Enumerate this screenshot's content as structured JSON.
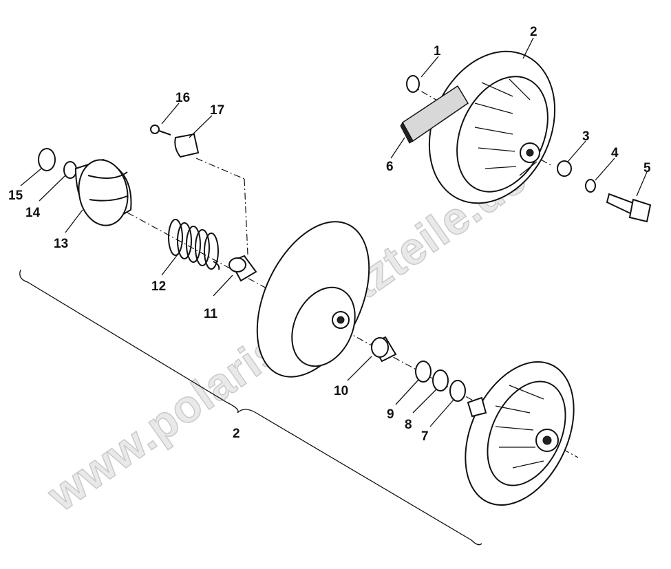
{
  "diagram": {
    "watermark": "www.polarisersatzteile.de",
    "callouts": [
      "1",
      "2",
      "3",
      "4",
      "5",
      "6",
      "7",
      "8",
      "9",
      "10",
      "11",
      "12",
      "13",
      "14",
      "15",
      "16",
      "17"
    ],
    "group_label": "2"
  }
}
